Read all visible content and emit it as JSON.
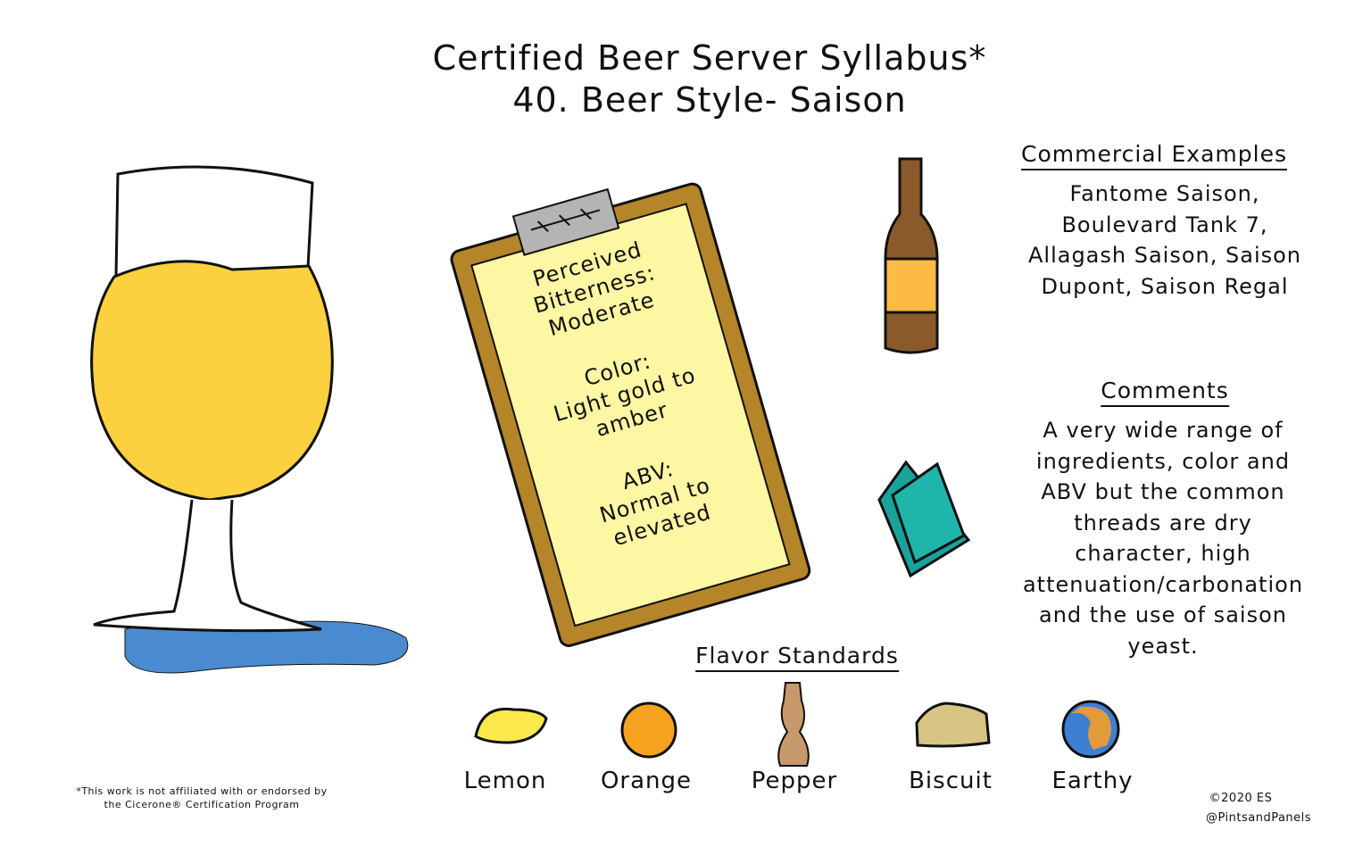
{
  "title": {
    "line1": "Certified Beer Server Syllabus*",
    "line2": "40. Beer Style- Saison"
  },
  "clipboard": {
    "bitterness": [
      "Perceived",
      "Bitterness:",
      "Moderate"
    ],
    "color": [
      "Color:",
      "Light gold to",
      "amber"
    ],
    "abv": [
      "ABV:",
      "Normal to",
      "elevated"
    ]
  },
  "commercial_examples": {
    "heading": "Commercial Examples",
    "lines": [
      "Fantome Saison,",
      "Boulevard Tank 7,",
      "Allagash Saison, Saison",
      "Dupont, Saison Regal"
    ]
  },
  "comments": {
    "heading": "Comments",
    "lines": [
      "A very wide range of",
      "ingredients, color and",
      "ABV but the common",
      "threads are dry",
      "character, high",
      "attenuation/carbonation",
      "and the use of saison",
      "yeast."
    ]
  },
  "flavor_standards": {
    "heading": "Flavor Standards",
    "items": [
      {
        "label": "Lemon",
        "icon": "lemon-icon"
      },
      {
        "label": "Orange",
        "icon": "orange-icon"
      },
      {
        "label": "Pepper",
        "icon": "pepper-grinder-icon"
      },
      {
        "label": "Biscuit",
        "icon": "biscuit-icon"
      },
      {
        "label": "Earthy",
        "icon": "earth-globe-icon"
      }
    ]
  },
  "footer": {
    "disclaimer": [
      "*This work is not affiliated with or endorsed by",
      "the Cicerone® Certification Program"
    ],
    "copyright": "©2020 ES",
    "handle": "@PintsandPanels"
  },
  "colors": {
    "beer": "#fbd13f",
    "puddle": "#4a8bd0",
    "clipboard": "#b5852a",
    "paper": "#fdf6a3",
    "bottle": "#8a5a2b",
    "book": "#1aa39b"
  }
}
